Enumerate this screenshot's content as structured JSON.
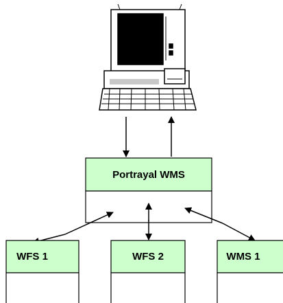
{
  "diagram": {
    "client": {
      "icon": "desktop-computer-icon"
    },
    "portrayal": {
      "label": "Portrayal WMS"
    },
    "services": [
      {
        "label": "WFS 1"
      },
      {
        "label": "WFS 2"
      },
      {
        "label": "WMS 1"
      }
    ],
    "colors": {
      "box_header": "#ccffcc",
      "box_body": "#ffffff",
      "stroke": "#000000",
      "screen": "#000000",
      "keyboard_panel": "#c8c8c8"
    }
  }
}
